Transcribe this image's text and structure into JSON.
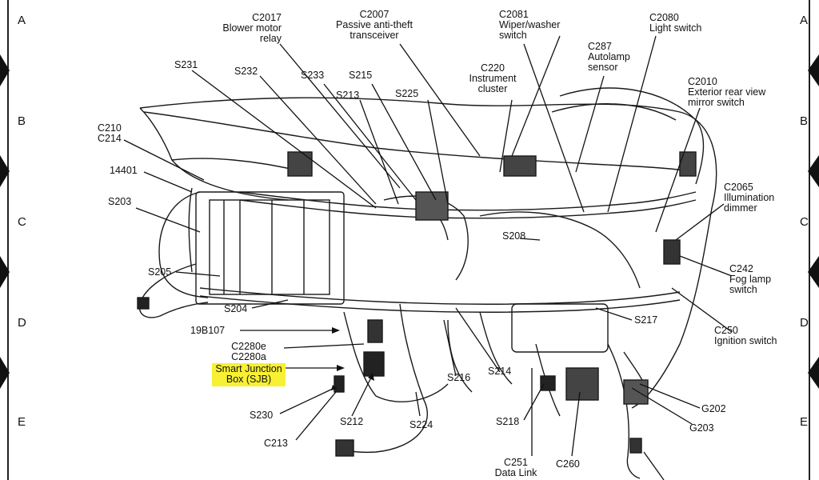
{
  "grid": {
    "rows": [
      "A",
      "B",
      "C",
      "D",
      "E"
    ]
  },
  "labels": {
    "c2017": [
      "C2017",
      "Blower motor",
      "relay"
    ],
    "c2007": [
      "C2007",
      "Passive anti-theft",
      "transceiver"
    ],
    "c2081": [
      "C2081",
      "Wiper/washer",
      "switch"
    ],
    "c2080": [
      "C2080",
      "Light switch"
    ],
    "c287": [
      "C287",
      "Autolamp",
      "sensor"
    ],
    "c220": [
      "C220",
      "Instrument",
      "cluster"
    ],
    "c2010": [
      "C2010",
      "Exterior rear view",
      "mirror switch"
    ],
    "c2065": [
      "C2065",
      "Illumination",
      "dimmer"
    ],
    "c242": [
      "C242",
      "Fog lamp",
      "switch"
    ],
    "c250": [
      "C250",
      "Ignition switch"
    ],
    "c210": [
      "C210",
      "C214"
    ],
    "sjb": [
      "C2280e",
      "C2280a",
      "Smart Junction",
      "Box (SJB)"
    ],
    "c251": [
      "C251",
      "Data Link"
    ],
    "s231": "S231",
    "s232": "S232",
    "s233": "S233",
    "s215": "S215",
    "s213": "S213",
    "s225": "S225",
    "n14401": "14401",
    "s203": "S203",
    "s208": "S208",
    "s205": "S205",
    "s204": "S204",
    "n19b107": "19B107",
    "s217": "S217",
    "s216": "S216",
    "s214": "S214",
    "s230": "S230",
    "s212": "S212",
    "s224": "S224",
    "s218": "S218",
    "c213": "C213",
    "c260": "C260",
    "g202": "G202",
    "g203": "G203"
  },
  "colors": {
    "highlight": "#f8f032",
    "ink": "#111111"
  }
}
